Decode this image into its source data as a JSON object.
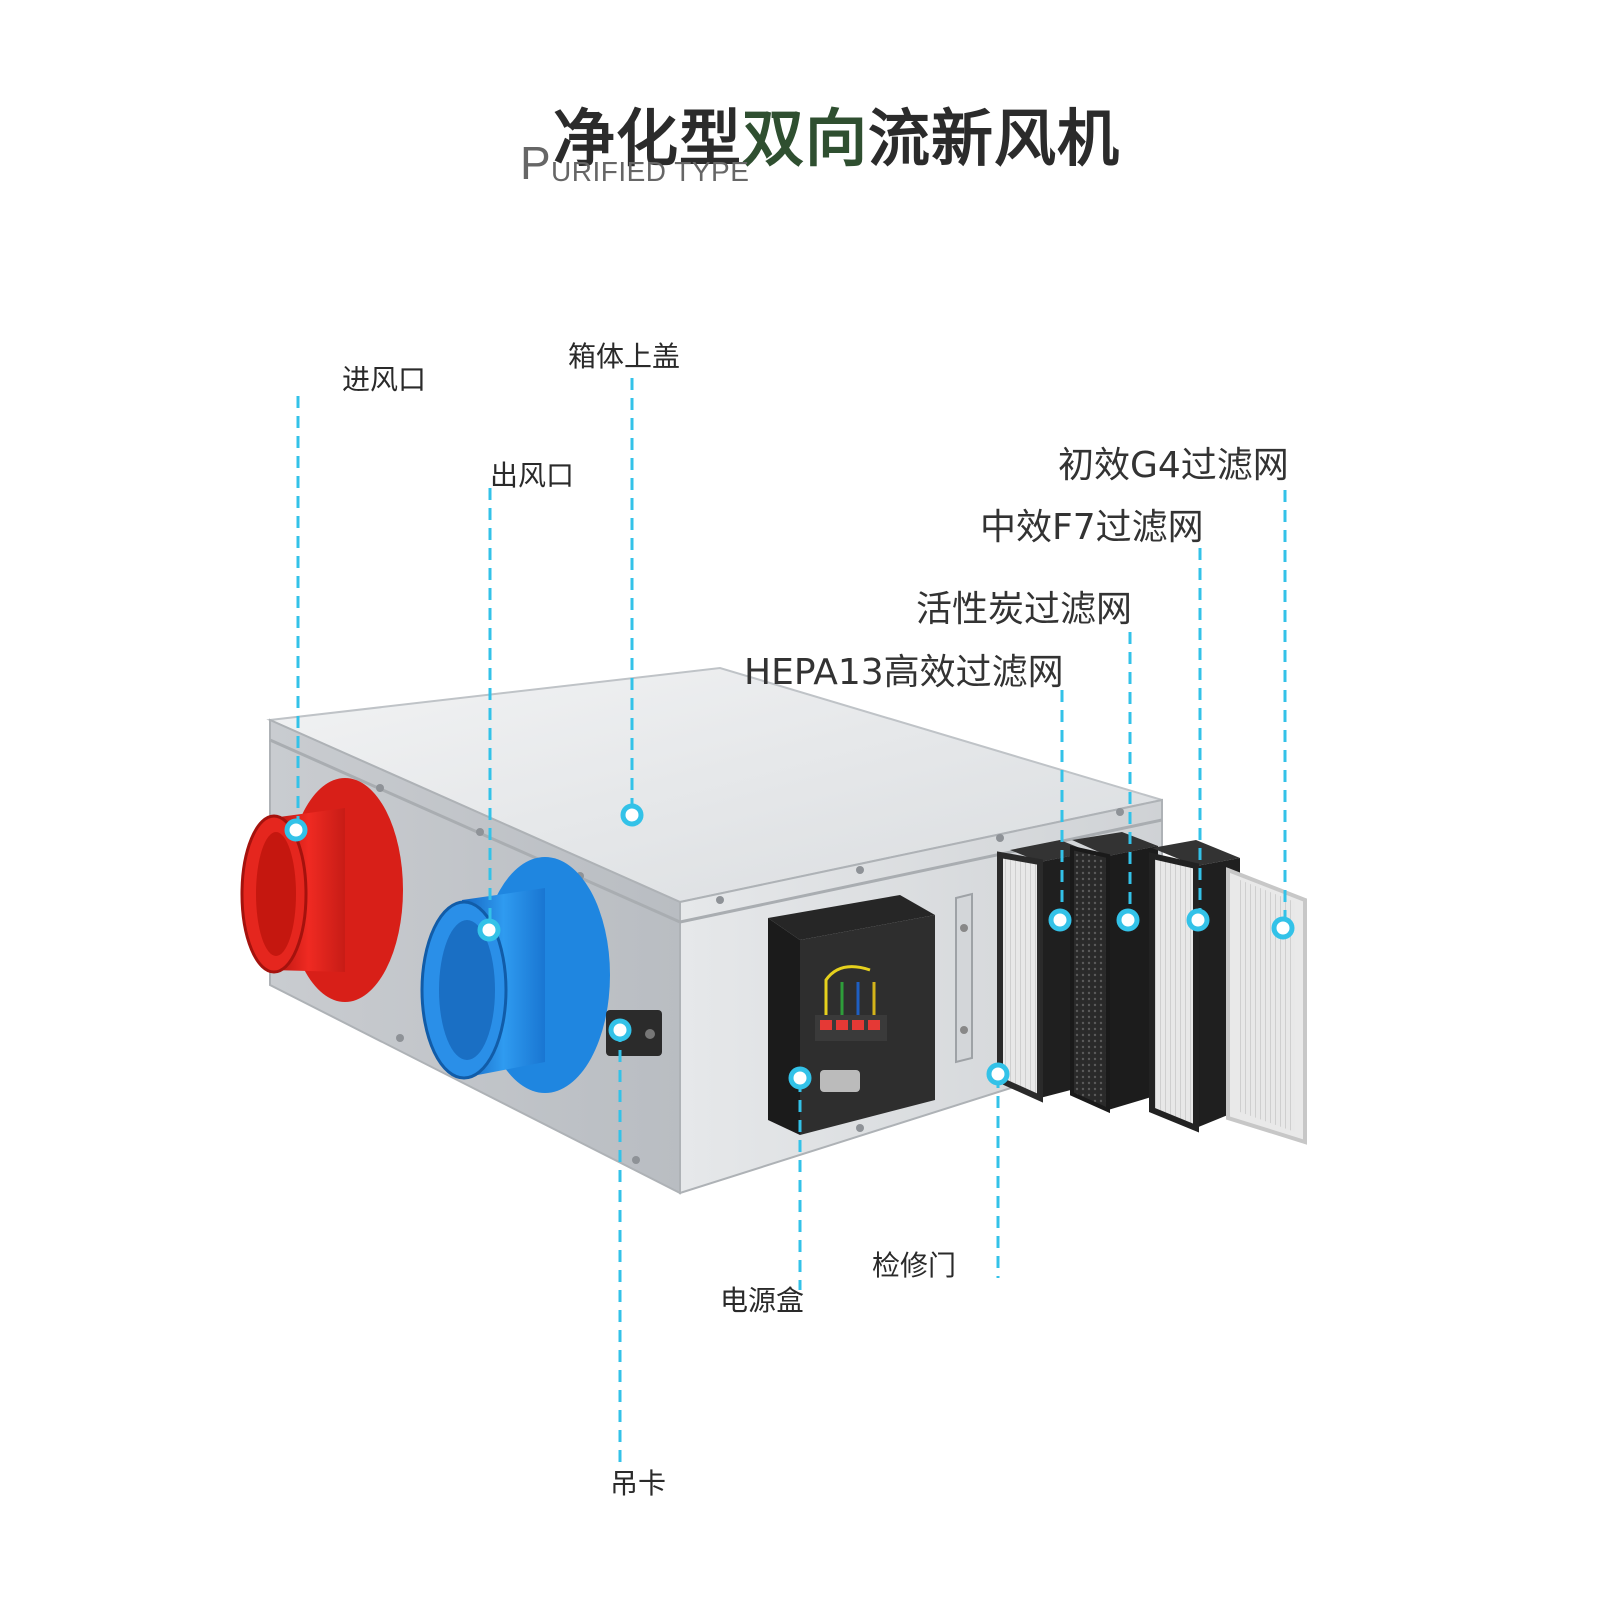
{
  "title": {
    "main_a": "净化型",
    "main_b": "双向",
    "main_c": "流新风机",
    "sub_initial": "P",
    "sub_rest": "URIFIED TYPE"
  },
  "labels": {
    "air_inlet": "进风口",
    "air_outlet": "出风口",
    "top_cover": "箱体上盖",
    "g4_filter": "初效G4过滤网",
    "f7_filter": "中效F7过滤网",
    "carbon_filter": "活性炭过滤网",
    "hepa_filter": "HEPA13高效过滤网",
    "power_box": "电源盒",
    "access_door": "检修门",
    "hanger": "吊卡"
  },
  "colors": {
    "leader_line": "#33c2e8",
    "inlet_duct": "#e3221b",
    "outlet_duct": "#1e88e5",
    "cabinet": "#d4d7da"
  }
}
